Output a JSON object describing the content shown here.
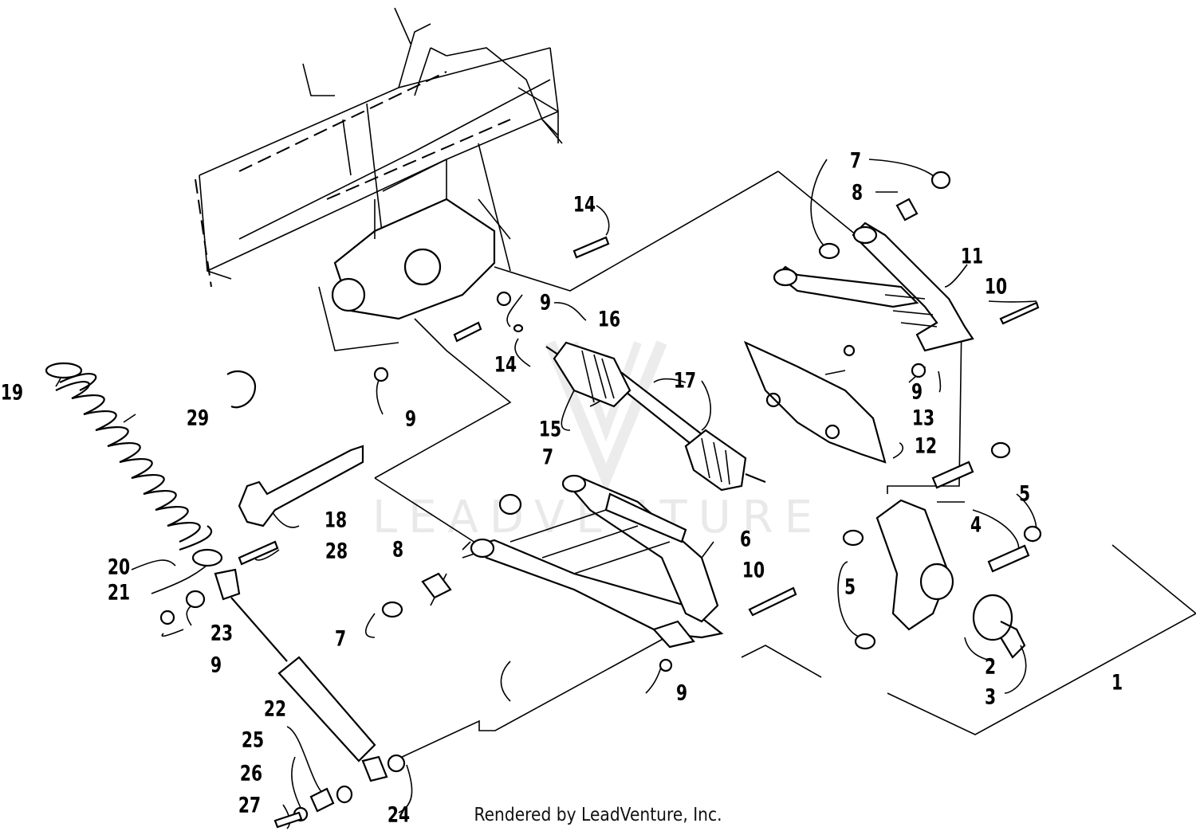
{
  "watermark": "LEADVENTURE",
  "footer": "Rendered by LeadVenture, Inc.",
  "labels": [
    "7",
    "8",
    "11",
    "10",
    "14",
    "9",
    "16",
    "14",
    "17",
    "9",
    "13",
    "19",
    "29",
    "9",
    "15",
    "12",
    "7",
    "5",
    "4",
    "18",
    "6",
    "20",
    "28",
    "8",
    "10",
    "5",
    "21",
    "23",
    "7",
    "9",
    "2",
    "9",
    "3",
    "1",
    "22",
    "25",
    "26",
    "27",
    "24"
  ]
}
